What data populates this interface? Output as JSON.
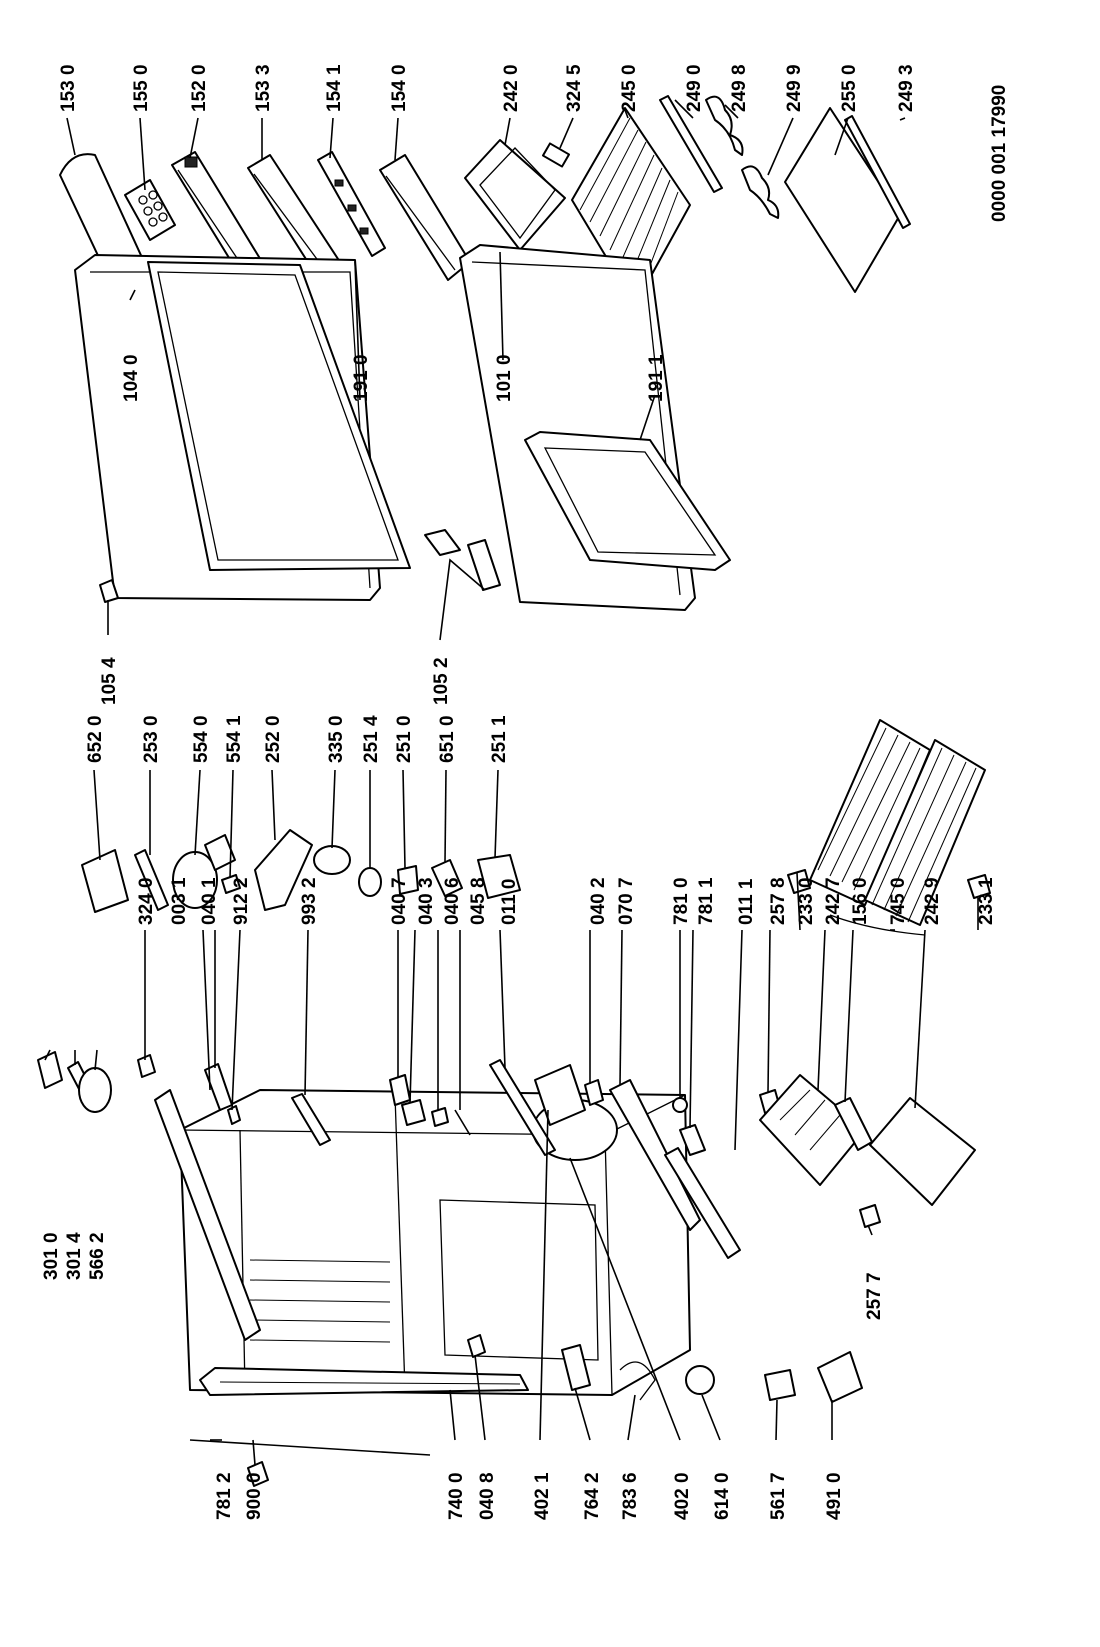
{
  "diagram": {
    "document_code": "0000 001 17990",
    "labels": {
      "p1530": "153 0",
      "p1550": "155 0",
      "p1520": "152 0",
      "p1533": "153 3",
      "p1541": "154 1",
      "p1540": "154 0",
      "p2420": "242 0",
      "p3245": "324 5",
      "p2450": "245 0",
      "p2490": "249 0",
      "p2498": "249 8",
      "p2499": "249 9",
      "p2550": "255 0",
      "p2493": "249 3",
      "p1040": "104 0",
      "p1910": "191 0",
      "p1010": "101 0",
      "p1911": "191 1",
      "p1054": "105 4",
      "p1052": "105 2",
      "p6520": "652 0",
      "p2530": "253 0",
      "p5540": "554 0",
      "p5541": "554 1",
      "p2520": "252 0",
      "p3350": "335 0",
      "p2514": "251 4",
      "p2510": "251 0",
      "p6510": "651 0",
      "p2511": "251 1",
      "p3240": "324 0",
      "p0031": "003 1",
      "p0401": "040 1",
      "p9122": "912 2",
      "p9932": "993 2",
      "p0407": "040 7",
      "p0403": "040 3",
      "p0406": "040 6",
      "p0458": "045 8",
      "p0110": "011 0",
      "p0402": "040 2",
      "p0707": "070 7",
      "p7810": "781 0",
      "p7811": "781 1",
      "p0111": "011 1",
      "p2578": "257 8",
      "p2330": "233 0",
      "p2427": "242 7",
      "p1560": "156 0",
      "p7450": "745 0",
      "p2429": "242 9",
      "p2331": "233 1",
      "p3010": "301 0",
      "p3014": "301 4",
      "p5662": "566 2",
      "p7812": "781 2",
      "p9000": "900 0",
      "p7400": "740 0",
      "p0408": "040 8",
      "p4021": "402 1",
      "p7642": "764 2",
      "p7836": "783 6",
      "p4020": "402 0",
      "p6140": "614 0",
      "p5617": "561 7",
      "p4910": "491 0",
      "p2577": "257 7"
    }
  }
}
